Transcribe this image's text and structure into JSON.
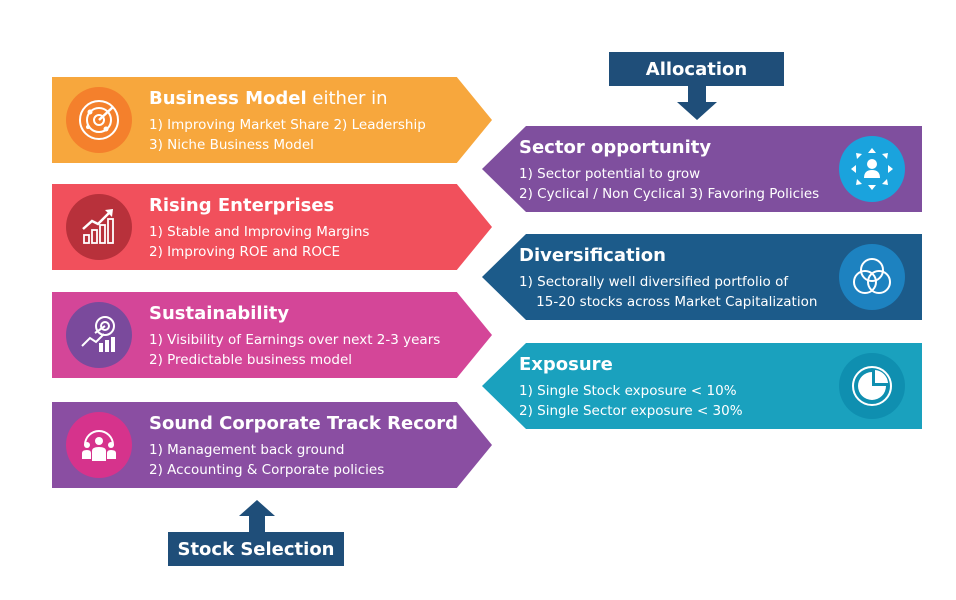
{
  "stock_selection": {
    "label": "Stock Selection",
    "items": [
      {
        "title": "Business Model",
        "title_suffix": " either in",
        "line1": "1)  Improving Market Share   2) Leadership",
        "line2": "3)  Niche Business Model",
        "color": "#f7a73d",
        "icon": "radar-icon"
      },
      {
        "title": "Rising Enterprises",
        "line1": "1)  Stable and Improving Margins",
        "line2": "2)  Improving ROE and ROCE",
        "color": "#f1505c",
        "icon": "growth-chart-icon"
      },
      {
        "title": "Sustainability",
        "line1": "1)  Visibility of Earnings over next 2-3 years",
        "line2": "2)  Predictable business model",
        "color": "#d44698",
        "icon": "target-chart-icon"
      },
      {
        "title": "Sound Corporate Track Record",
        "line1": "1)  Management back ground",
        "line2": "2)  Accounting  & Corporate policies",
        "color": "#8a4ea2",
        "icon": "team-icon"
      }
    ]
  },
  "allocation": {
    "label": "Allocation",
    "items": [
      {
        "title": "Sector opportunity",
        "line1": "1)  Sector potential to grow",
        "line2": "2)  Cyclical / Non Cyclical  3)  Favoring Policies",
        "color": "#7f4f9e",
        "icon": "network-person-icon"
      },
      {
        "title": "Diversification",
        "line1": "1) Sectorally well diversified portfolio of",
        "line2": "    15-20 stocks across Market Capitalization",
        "color": "#1c5b8a",
        "icon": "venn-diagram-icon"
      },
      {
        "title": "Exposure",
        "line1": "1)  Single Stock exposure < 10%",
        "line2": "2)  Single Sector exposure < 30%",
        "color": "#1aa1be",
        "icon": "pie-chart-icon"
      }
    ]
  }
}
